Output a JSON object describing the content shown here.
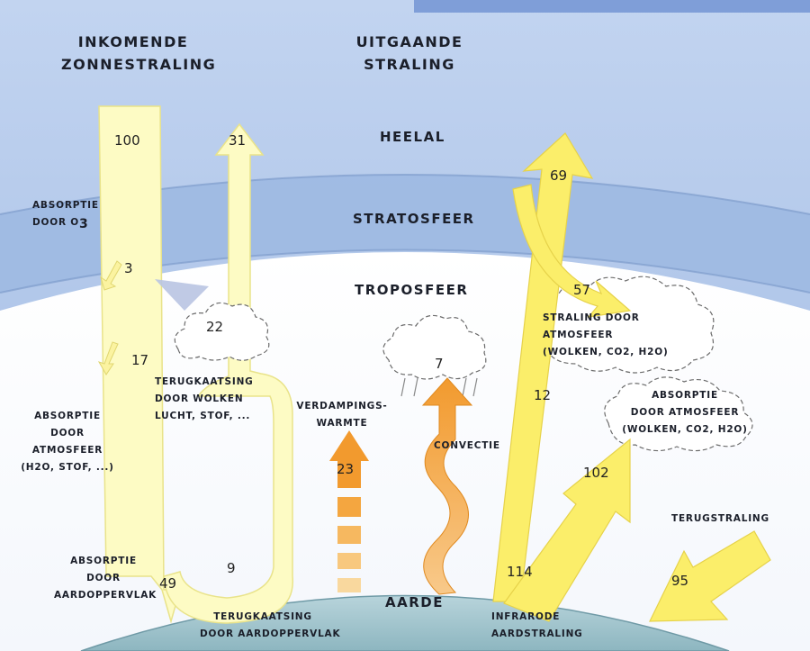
{
  "header": {
    "incoming_line1": "INKOMENDE",
    "incoming_line2": "ZONNESTRALING",
    "outgoing_line1": "UITGAANDE",
    "outgoing_line2": "STRALING"
  },
  "layers": {
    "space": "HEELAL",
    "stratosphere": "STRATOSFEER",
    "troposphere": "TROPOSFEER",
    "earth": "AARDE"
  },
  "labels": {
    "absorption_o3_line1": "ABSORPTIE",
    "absorption_o3_line2": "DOOR O",
    "absorption_o3_sub": "3",
    "cloud_reflection": [
      "TERUGKAATSING",
      "DOOR WOLKEN",
      "LUCHT, STOF, ..."
    ],
    "atmosphere_absorption": [
      "ABSORPTIE",
      "DOOR",
      "ATMOSFEER",
      "(H2O, STOF, ...)"
    ],
    "surface_absorption": [
      "ABSORPTIE",
      "DOOR",
      "AARDOPPERVLAK"
    ],
    "surface_reflection": [
      "TERUGKAATSING",
      "DOOR AARDOPPERVLAK"
    ],
    "evaporation": [
      "VERDAMPINGS-",
      "WARMTE"
    ],
    "convection": "CONVECTIE",
    "atmosphere_radiation": [
      "STRALING DOOR",
      "ATMOSFEER",
      "(WOLKEN, CO2, H2O)"
    ],
    "atmosphere_absorption_right": [
      "ABSORPTIE",
      "DOOR ATMOSFEER",
      "(WOLKEN, CO2, H2O)"
    ],
    "infrared": [
      "INFRARODE",
      "AARDSTRALING"
    ],
    "back_radiation": "TERUGSTRALING"
  },
  "values": {
    "incoming": "100",
    "reflected_out": "31",
    "o3_absorbed": "3",
    "cloud_reflected": "22",
    "atmosphere_absorbed": "17",
    "surface_absorbed": "49",
    "surface_reflected": "9",
    "evaporation": "23",
    "convection": "7",
    "outgoing_ir": "69",
    "atmosphere_to_space": "57",
    "ir_direct": "12",
    "ir_absorbed": "102",
    "ir_surface": "114",
    "back_radiation": "95"
  },
  "colors": {
    "sky": "#a9bfe6",
    "stratosphere_band": "#8eaedc",
    "troposphere": "#ffffff",
    "earth": "#9fc2cc",
    "solar_arrow": "#fdfbc4",
    "ir_arrow": "#fbee6a",
    "heat_arrow": "#f5a233"
  }
}
